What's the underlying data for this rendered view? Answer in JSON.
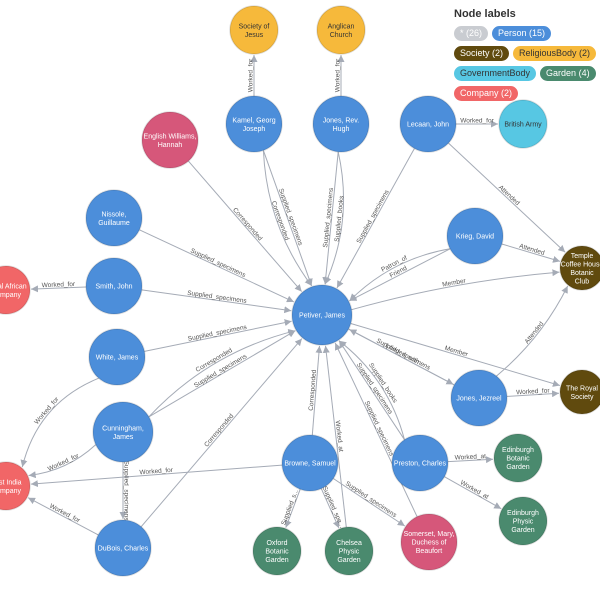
{
  "legend": {
    "title": "Node labels",
    "chips": [
      {
        "text": "* (26)",
        "color": "#c9ccd1",
        "text_color": "#ffffff"
      },
      {
        "text": "Person (15)",
        "color": "#4c8eda",
        "text_color": "#ffffff"
      },
      {
        "text": "Society (2)",
        "color": "#604a0e",
        "text_color": "#ffffff"
      },
      {
        "text": "ReligiousBody (2)",
        "color": "#f6b93b",
        "text_color": "#333333"
      },
      {
        "text": "GovernmentBody",
        "color": "#57c7e3",
        "text_color": "#333333"
      },
      {
        "text": "Garden (4)",
        "color": "#4a8a6e",
        "text_color": "#ffffff"
      },
      {
        "text": "Company (2)",
        "color": "#f16667",
        "text_color": "#ffffff"
      }
    ]
  },
  "colors": {
    "Person": "#4c8eda",
    "Society": "#604a0e",
    "ReligiousBody": "#f6b93b",
    "GovernmentBody": "#57c7e3",
    "Garden": "#4a8a6e",
    "Company": "#f16667",
    "PersonPink": "#d6577a"
  },
  "nodes": [
    {
      "id": "jesus",
      "label": [
        "Society of",
        "Jesus"
      ],
      "type": "ReligiousBody"
    },
    {
      "id": "anglican",
      "label": [
        "Anglican",
        "Church"
      ],
      "type": "ReligiousBody"
    },
    {
      "id": "kamel",
      "label": [
        "Kamel, Georg",
        "Joseph"
      ],
      "type": "Person"
    },
    {
      "id": "jones_hugh",
      "label": [
        "Jones, Rev.",
        "Hugh"
      ],
      "type": "Person"
    },
    {
      "id": "lecaan",
      "label": [
        "Lecaan, John"
      ],
      "type": "Person"
    },
    {
      "id": "army",
      "label": [
        "British Army"
      ],
      "type": "GovernmentBody"
    },
    {
      "id": "english",
      "label": [
        "English Williams,",
        "Hannah"
      ],
      "type": "PersonPink"
    },
    {
      "id": "nissole",
      "label": [
        "Nissole,",
        "Guillaume"
      ],
      "type": "Person"
    },
    {
      "id": "krieg",
      "label": [
        "Krieg, David"
      ],
      "type": "Person"
    },
    {
      "id": "temple",
      "label": [
        "Temple",
        "Coffee House",
        "Botanic",
        "Club"
      ],
      "type": "Society"
    },
    {
      "id": "rac",
      "label": [
        "Royal African",
        "Company"
      ],
      "type": "Company"
    },
    {
      "id": "smith",
      "label": [
        "Smith, John"
      ],
      "type": "Person"
    },
    {
      "id": "petiver",
      "label": [
        "Petiver, James"
      ],
      "type": "Person"
    },
    {
      "id": "white",
      "label": [
        "White, James"
      ],
      "type": "Person"
    },
    {
      "id": "royal",
      "label": [
        "The Royal",
        "Society"
      ],
      "type": "Society"
    },
    {
      "id": "jones_j",
      "label": [
        "Jones, Jezreel"
      ],
      "type": "Person"
    },
    {
      "id": "cunningham",
      "label": [
        "Cunningham,",
        "James"
      ],
      "type": "Person"
    },
    {
      "id": "eic",
      "label": [
        "East India",
        "Company"
      ],
      "type": "Company"
    },
    {
      "id": "browne",
      "label": [
        "Browne, Samuel"
      ],
      "type": "Person"
    },
    {
      "id": "preston",
      "label": [
        "Preston, Charles"
      ],
      "type": "Person"
    },
    {
      "id": "edin1",
      "label": [
        "Edinburgh",
        "Botanic",
        "Garden"
      ],
      "type": "Garden"
    },
    {
      "id": "edin2",
      "label": [
        "Edinburgh",
        "Physic",
        "Garden"
      ],
      "type": "Garden"
    },
    {
      "id": "dubois",
      "label": [
        "DuBois, Charles"
      ],
      "type": "Person"
    },
    {
      "id": "oxford",
      "label": [
        "Oxford",
        "Botanic",
        "Garden"
      ],
      "type": "Garden"
    },
    {
      "id": "chelsea",
      "label": [
        "Chelsea",
        "Physic",
        "Garden"
      ],
      "type": "Garden"
    },
    {
      "id": "somerset",
      "label": [
        "Somerset, Mary,",
        "Duchess of",
        "Beaufort"
      ],
      "type": "PersonPink"
    }
  ],
  "edges": [
    {
      "from": "kamel",
      "to": "jesus",
      "label": "Worked_for"
    },
    {
      "from": "jones_hugh",
      "to": "anglican",
      "label": "Worked_for"
    },
    {
      "from": "lecaan",
      "to": "army",
      "label": "Worked_for"
    },
    {
      "from": "lecaan",
      "to": "temple",
      "label": "Attended"
    },
    {
      "from": "lecaan",
      "to": "petiver",
      "label": "Supplied_specimens"
    },
    {
      "from": "kamel",
      "to": "petiver",
      "label": "Supplied_specimens"
    },
    {
      "from": "kamel",
      "to": "petiver",
      "label": "Corresponded"
    },
    {
      "from": "jones_hugh",
      "to": "petiver",
      "label": "Supplied_specimens"
    },
    {
      "from": "jones_hugh",
      "to": "petiver",
      "label": "Supplied_books"
    },
    {
      "from": "english",
      "to": "petiver",
      "label": "Corresponded"
    },
    {
      "from": "nissole",
      "to": "petiver",
      "label": "Supplied_specimens"
    },
    {
      "from": "krieg",
      "to": "petiver",
      "label": "Friend"
    },
    {
      "from": "krieg",
      "to": "petiver",
      "label": "Patron_of"
    },
    {
      "from": "krieg",
      "to": "temple",
      "label": "Attended"
    },
    {
      "from": "petiver",
      "to": "temple",
      "label": "Member"
    },
    {
      "from": "petiver",
      "to": "royal",
      "label": "Member"
    },
    {
      "from": "petiver",
      "to": "jones_j",
      "label": "Lodged_with"
    },
    {
      "from": "smith",
      "to": "rac",
      "label": "Worked_for"
    },
    {
      "from": "smith",
      "to": "petiver",
      "label": "Supplied_specimens"
    },
    {
      "from": "white",
      "to": "petiver",
      "label": "Supplied_specimens"
    },
    {
      "from": "white",
      "to": "eic",
      "label": "Worked_for"
    },
    {
      "from": "cunningham",
      "to": "petiver",
      "label": "Supplied_specimens"
    },
    {
      "from": "cunningham",
      "to": "petiver",
      "label": "Corresponded"
    },
    {
      "from": "cunningham",
      "to": "eic",
      "label": "Worked_for"
    },
    {
      "from": "cunningham",
      "to": "dubois",
      "label": "Supplied_specimens"
    },
    {
      "from": "jones_j",
      "to": "royal",
      "label": "Worked_for"
    },
    {
      "from": "jones_j",
      "to": "temple",
      "label": "Attended"
    },
    {
      "from": "jones_j",
      "to": "petiver",
      "label": "Supplied_specimens"
    },
    {
      "from": "browne",
      "to": "petiver",
      "label": "Corresponded"
    },
    {
      "from": "browne",
      "to": "eic",
      "label": "Worked_for"
    },
    {
      "from": "browne",
      "to": "oxford",
      "label": "Supplied_s..."
    },
    {
      "from": "browne",
      "to": "chelsea",
      "label": "Supplied_spe..."
    },
    {
      "from": "browne",
      "to": "somerset",
      "label": "Supplied_specimens"
    },
    {
      "from": "preston",
      "to": "petiver",
      "label": "Supplied_specimens"
    },
    {
      "from": "preston",
      "to": "petiver",
      "label": "Supplied_books"
    },
    {
      "from": "preston",
      "to": "edin1",
      "label": "Worked_at"
    },
    {
      "from": "preston",
      "to": "edin2",
      "label": "Worked_at"
    },
    {
      "from": "somerset",
      "to": "petiver",
      "label": "Supplied_specimens"
    },
    {
      "from": "chelsea",
      "to": "petiver",
      "label": "Worked_at"
    },
    {
      "from": "dubois",
      "to": "eic",
      "label": "Worked_for"
    },
    {
      "from": "dubois",
      "to": "petiver",
      "label": "Corresponded"
    }
  ]
}
